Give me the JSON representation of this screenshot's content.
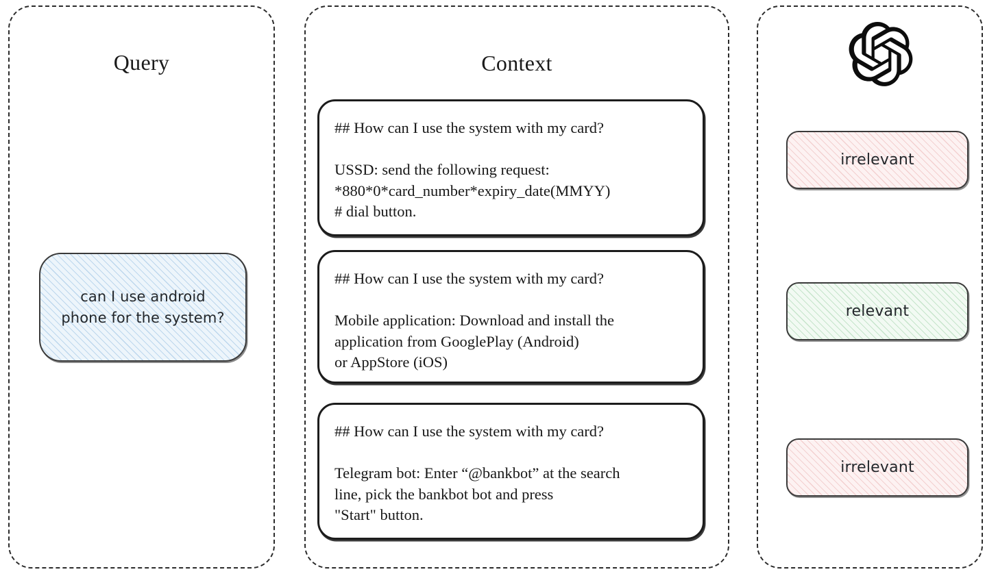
{
  "panels": {
    "query": {
      "title": "Query",
      "bubble_text": "can I use android\nphone for the system?",
      "fill_color": "#edf5fb",
      "hatch_color": "#96bee1"
    },
    "context": {
      "title": "Context",
      "cards": [
        {
          "text": "## How can I use the system with my card?\n\nUSSD: send the following request:\n*880*0*card_number*expiry_date(MMYY)\n# dial button."
        },
        {
          "text": "## How can I use the system with my card?\n\nMobile application: Download and install the\napplication from GooglePlay (Android)\nor AppStore (iOS)"
        },
        {
          "text": "## How can I use the system with my card?\n\nTelegram bot: Enter “@bankbot” at the search\nline, pick the bankbot bot and press\n\"Start\" button."
        }
      ]
    },
    "answer": {
      "logo_icon": "openai-logo-icon",
      "verdicts": [
        {
          "label": "irrelevant",
          "kind": "irrelevant",
          "fill_color": "#fdf2f2",
          "hatch_color": "#e8aaaa"
        },
        {
          "label": "relevant",
          "kind": "relevant",
          "fill_color": "#f2faf3",
          "hatch_color": "#96cda0"
        },
        {
          "label": "irrelevant",
          "kind": "irrelevant",
          "fill_color": "#fdf2f2",
          "hatch_color": "#e8aaaa"
        }
      ]
    }
  },
  "colors": {
    "background": "#ffffff",
    "panel_border": "#2b2b2b",
    "card_border": "#1c1c1c",
    "text": "#171717"
  }
}
